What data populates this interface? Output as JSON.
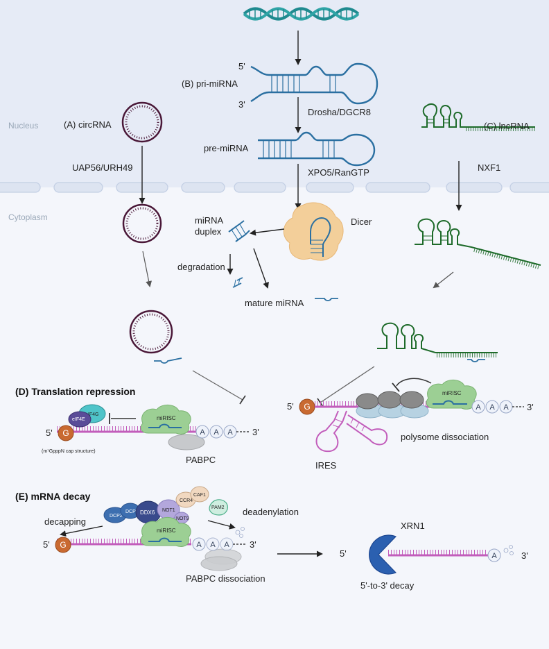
{
  "regions": {
    "nucleus": "Nucleus",
    "cytoplasm": "Cytoplasm"
  },
  "labels": {
    "pri_mirna": "(B) pri-miRNA",
    "five_prime": "5'",
    "three_prime": "3'",
    "drosha": "Drosha/DGCR8",
    "pre_mirna": "pre-miRNA",
    "xpo5": "XPO5/RanGTP",
    "circrna": "(A) circRNA",
    "uap56": "UAP56/URH49",
    "lncrna": "(C) lncRNA",
    "nxf1": "NXF1",
    "dicer": "Dicer",
    "mirna_duplex_1": "miRNA",
    "mirna_duplex_2": "duplex",
    "degradation": "degradation",
    "mature_mirna": "mature miRNA"
  },
  "section_d": {
    "title": "(D) Translation repression",
    "eif4g": "eIF4G",
    "eif4e": "eIF4E",
    "cap_g": "G",
    "mirisc": "miRISC",
    "poly_a": "A",
    "cap_structure": "(m⁷GpppN cap structure)",
    "pabpc": "PABPC",
    "ires": "IRES",
    "polysome_dissociation": "polysome dissociation"
  },
  "section_e": {
    "title": "(E) mRNA decay",
    "decapping": "decapping",
    "dcp2": "DCP2",
    "dcp1": "DCP1",
    "ddx6": "DDX6",
    "not1": "NOT1",
    "not9": "NOT9",
    "ccr4": "CCR4",
    "caf1": "CAF1",
    "pam2": "PAM2",
    "deadenylation": "deadenylation",
    "mirisc": "miRISC",
    "pabpc_dissociation": "PABPC dissociation",
    "xrn1": "XRN1",
    "decay_5_to_3": "5'-to-3' decay"
  },
  "colors": {
    "nucleus_bg": "#e6ebf6",
    "cytoplasm_bg": "#f4f6fb",
    "dna_teal": "#1f8a8f",
    "mirna_blue": "#2a6fa1",
    "circrna_purple": "#4a1838",
    "lncrna_green": "#1e6b2a",
    "mrna_magenta": "#c25dbb",
    "cap_orange": "#c96a31",
    "mirisc_green": "#9ccf94",
    "xrn1_blue": "#2b60b0",
    "dicer_peach": "#f3cf9a"
  }
}
